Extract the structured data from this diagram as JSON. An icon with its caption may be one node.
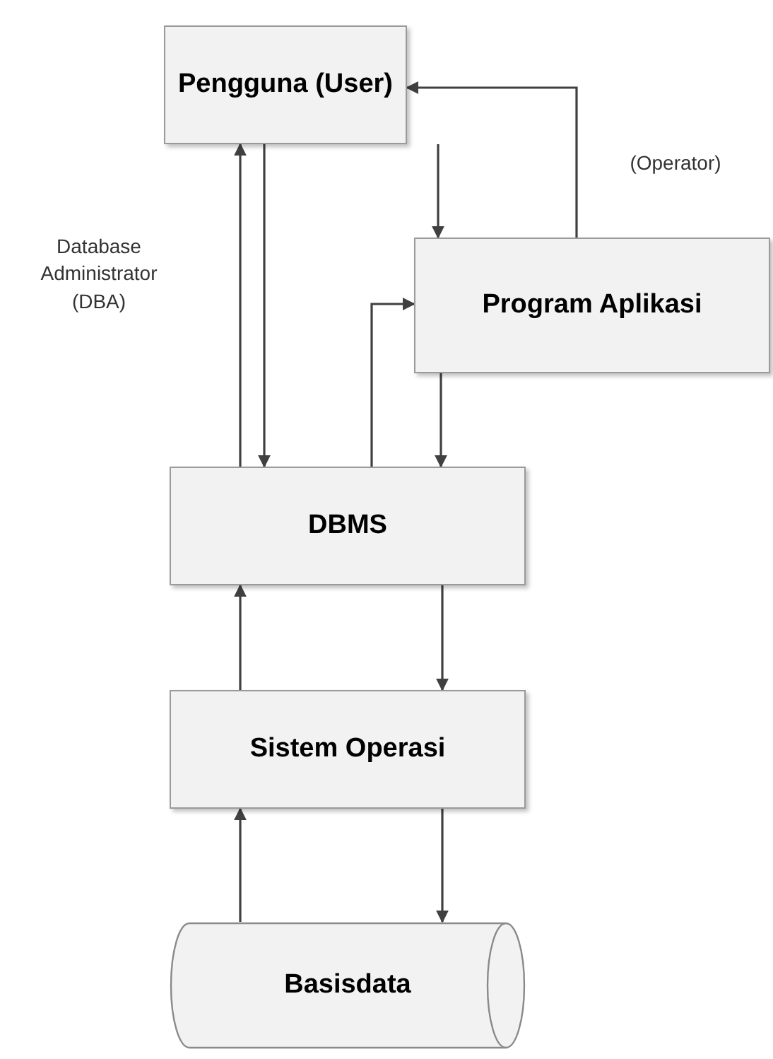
{
  "diagram": {
    "nodes": [
      {
        "text": [
          "Pengguna (User)"
        ]
      },
      {
        "text": [
          "Program Aplikasi"
        ]
      },
      {
        "text": [
          "DBMS"
        ]
      },
      {
        "text": [
          "Sistem Operasi"
        ]
      },
      {
        "text": [
          "Basisdata"
        ]
      }
    ],
    "edges": [
      {
        "from": 2,
        "to": 0,
        "arrow": "to"
      },
      {
        "from": 0,
        "to": 2,
        "arrow": "to"
      },
      {
        "from": 0,
        "to": 1,
        "arrow": "to"
      },
      {
        "from": 1,
        "to": 0,
        "arrow": "to"
      },
      {
        "from": 2,
        "to": 1,
        "arrow": "to"
      },
      {
        "from": 1,
        "to": 2,
        "arrow": "to"
      },
      {
        "from": 3,
        "to": 2,
        "arrow": "to"
      },
      {
        "from": 2,
        "to": 3,
        "arrow": "to"
      },
      {
        "from": 4,
        "to": 3,
        "arrow": "to"
      },
      {
        "from": 3,
        "to": 4,
        "arrow": "to"
      }
    ],
    "labels": [
      "Database Administrator (DBA)",
      "(Operator)"
    ]
  }
}
